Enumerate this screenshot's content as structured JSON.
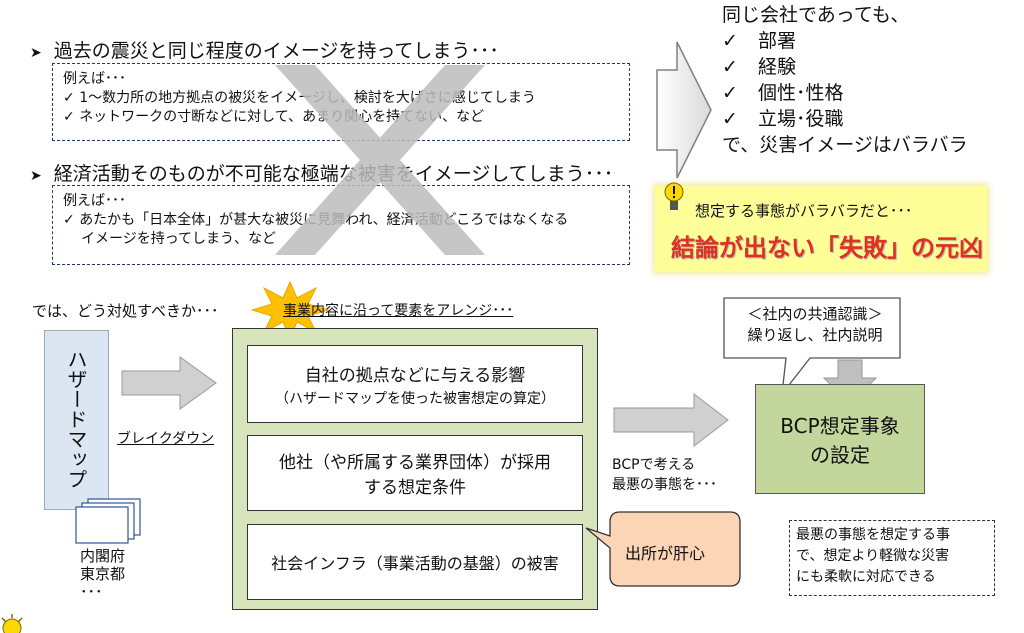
{
  "left_top": {
    "bullet1": "過去の震災と同じ程度のイメージを持ってしまう･･･",
    "box1": {
      "lead": "例えば･･･",
      "lines": [
        "1～数力所の地方拠点の被災をイメージし、検討を大げさに感じてしまう",
        "ネットワークの寸断などに対して、あまり関心を持てない、など"
      ]
    },
    "bullet2": "経済活動そのものが不可能な極端な被害をイメージしてしまう･･･",
    "box2": {
      "lead": "例えば･･･",
      "lines": [
        "あたかも「日本全体」が甚大な被災に見舞われ、経済活動どころではなくなる",
        "イメージを持ってしまう、など"
      ]
    }
  },
  "right_top": {
    "intro": "同じ会社であっても、",
    "items": [
      "部署",
      "経験",
      "個性･性格",
      "立場･役職"
    ],
    "outro": "で、災害イメージはバラバラ"
  },
  "yellow_panel": {
    "line1": "想定する事態がバラバラだと･･･",
    "line2": "結論が出ない「失敗」の元凶"
  },
  "bottom": {
    "question": "では、どう対処すべきか･･･",
    "starburst_label": "事業内容に沿って要素をアレンジ･･･",
    "hazard_map": "ハザードマップ",
    "breakdown": "ブレイクダウン",
    "sources": [
      "内閣府",
      "東京都",
      "･･･"
    ],
    "box_a_line1": "自社の拠点などに与える影響",
    "box_a_line2": "（ハザードマップを使った被害想定の算定）",
    "box_b_line1": "他社（や所属する業界団体）が採用",
    "box_b_line2": "する想定条件",
    "box_c": "社会インフラ（事業活動の基盤）の被害",
    "bcp_caption_line1": "BCPで考える",
    "bcp_caption_line2": "最悪の事態を･･･",
    "callout_origin": "出所が肝心",
    "callout_common_line1": "＜社内の共通認識＞",
    "callout_common_line2": "繰り返し、社内説明",
    "bcp_box_line1": "BCP想定事象",
    "bcp_box_line2": "の設定",
    "note_lines": [
      "最悪の事態を想定する事",
      "で、想定より軽微な災害",
      "にも柔軟に対応できる"
    ]
  },
  "colors": {
    "dash_border": "#1f3b73",
    "green_fill": "#d8e4bc",
    "yellow_fill": "#ffff99",
    "red_text": "#e0301e",
    "peach_fill": "#fbd5b5",
    "gray_arrow": "#bfbfbf",
    "star_fill": "#ffc000"
  }
}
